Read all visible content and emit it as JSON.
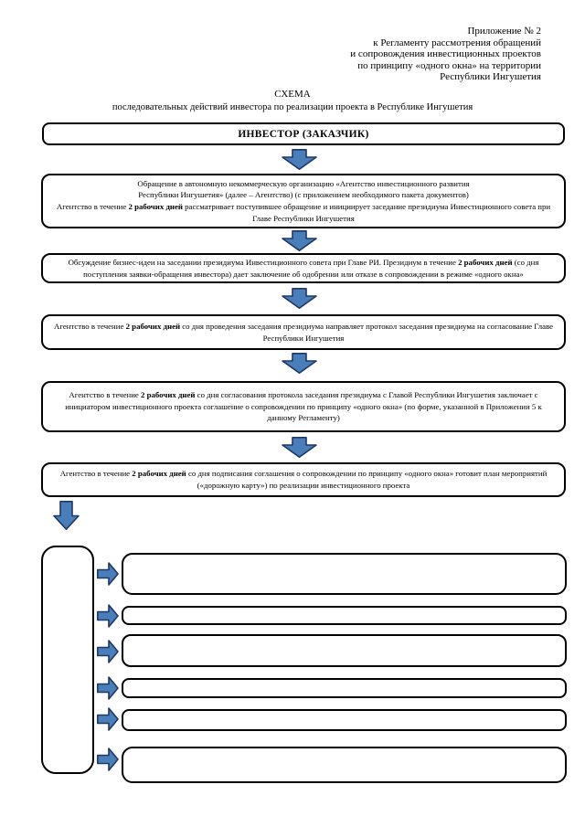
{
  "document": {
    "appendix_lines": [
      "Приложение № 2",
      "к Регламенту рассмотрения обращений",
      "и сопровождения инвестиционных проектов",
      "по принципу «одного окна» на территории",
      "Республики Ингушетия"
    ],
    "title": "СХЕМА",
    "subtitle": "последовательных действий инвестора по реализации проекта в Республике Ингушетия"
  },
  "flowchart": {
    "investor_label": "ИНВЕСТОР (ЗАКАЗЧИК)",
    "steps": [
      {
        "segments": [
          {
            "t": "Обращение в  автономную некоммерческую организацию  «Агентство инвестиционного развития",
            "br": true
          },
          {
            "t": "Республики Ингушетия» (далее – Агентство) (с приложением необходимого пакета документов)",
            "br": true
          },
          {
            "t": "Агентство в течение "
          },
          {
            "t": "2 рабочих дней",
            "b": true
          },
          {
            "t": " рассматривает поступившее обращение и инициирует заседание президиума Инвестиционного совета при Главе Республики Ингушетия"
          }
        ]
      },
      {
        "segments": [
          {
            "t": "Обсуждение бизнес-идеи на заседании  президиума Инвестиционного совета при Главе РИ. Президиум в течение "
          },
          {
            "t": "2 рабочих дней",
            "b": true
          },
          {
            "t": " (со дня поступления заявки-обращения инвестора)  дает заключение об одобрении или отказе в сопровождении в режиме «одного окна»"
          }
        ]
      },
      {
        "segments": [
          {
            "t": "Агентство в течение "
          },
          {
            "t": "2 рабочих дней",
            "b": true
          },
          {
            "t": " со дня проведения заседания президиума направляет протокол заседания президиума на согласование Главе Республики Ингушетия"
          }
        ]
      },
      {
        "segments": [
          {
            "t": "Агентство  в течение "
          },
          {
            "t": "2 рабочих дней",
            "b": true
          },
          {
            "t": " со дня согласования протокола заседания президиума с Главой  Республики Ингушетия заключает с инициатором инвестиционного проекта соглашение о сопровождении по принципу «одного окна» (по форме, указанной в Приложении 5 к данному Регламенту)"
          }
        ]
      },
      {
        "segments": [
          {
            "t": "Агентство  в течение "
          },
          {
            "t": "2 рабочих дней",
            "b": true
          },
          {
            "t": " со дня подписания соглашения о сопровождении по принципу «одного окна» готовит  план мероприятий («дорожную карту») по реализации инвестиционного проекта"
          }
        ]
      }
    ],
    "bottom": {
      "left_rail_label": "",
      "branch_labels": [
        "",
        "",
        "",
        "",
        "",
        ""
      ]
    }
  },
  "icons": {
    "down_arrow": "down-arrow-icon",
    "right_arrow": "right-arrow-icon"
  },
  "colors": {
    "arrow_fill": "#4A7EBB",
    "arrow_border": "#1F3864",
    "box_border": "#000000",
    "background": "#FFFFFF",
    "text": "#000000"
  }
}
